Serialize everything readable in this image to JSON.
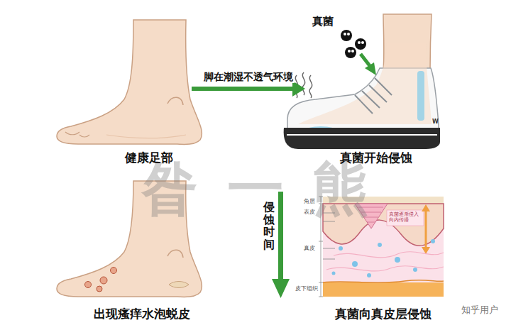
{
  "diagram": {
    "nodes": [
      {
        "text": [
          "健康足部"
        ]
      },
      {
        "text": [
          "真菌开始侵蚀"
        ]
      },
      {
        "text": [
          "出现瘙痒水泡蜕皮"
        ]
      },
      {
        "text": [
          "真菌向真皮层侵蚀"
        ]
      }
    ],
    "edges": [
      {
        "from": 0,
        "to": 1,
        "arrow": "to",
        "label": "脚在潮湿不透气环境"
      }
    ],
    "labels": [
      "真菌",
      "W",
      "侵蚀时间",
      "角层",
      "表皮",
      "真皮",
      "皮下组织",
      "真菌逐渐侵入 向内传播",
      "昝一熊",
      "知乎用户"
    ]
  }
}
